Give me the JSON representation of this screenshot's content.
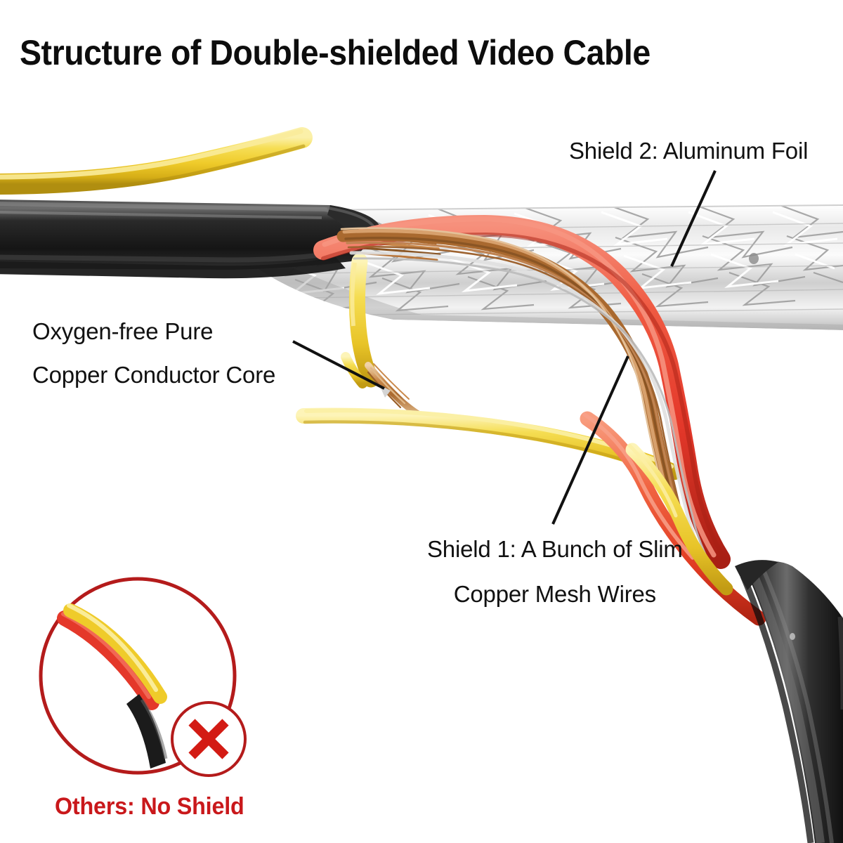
{
  "title": "Structure of Double-shielded Video Cable",
  "labels": {
    "shield2": "Shield 2: Aluminum Foil",
    "core_line1": "Oxygen-free Pure",
    "core_line2": "Copper Conductor Core",
    "shield1_line1": "Shield 1: A Bunch of Slim",
    "shield1_line2": "Copper Mesh Wires",
    "others": "Others: No Shield"
  },
  "inset": {
    "cross_icon": "red-x-icon",
    "circle_icon": "red-circle-outline"
  },
  "colors": {
    "title_text": "#0d0d0d",
    "label_text": "#111111",
    "accent_red": "#c9181b",
    "wire_yellow": "#F0CE33",
    "wire_yellow_light": "#F8E575",
    "wire_yellow_dark": "#C9A716",
    "wire_red": "#E4382A",
    "wire_red_light": "#F3705C",
    "wire_red_dark": "#B42418",
    "jacket_black": "#1b1b1b",
    "jacket_black_light": "#5a5a5a",
    "copper": "#B9763B",
    "copper_light": "#E2B581",
    "foil_silver": "#d8d8d8",
    "foil_highlight": "#ffffff",
    "background": "#ffffff"
  },
  "annotations": {
    "leader_shield2": "line from Shield 2 label down-left to aluminum foil",
    "leader_core": "line from Copper Conductor Core label down-right to bare copper core",
    "leader_shield1": "line from Shield 1 label up-right to copper mesh bundle"
  }
}
